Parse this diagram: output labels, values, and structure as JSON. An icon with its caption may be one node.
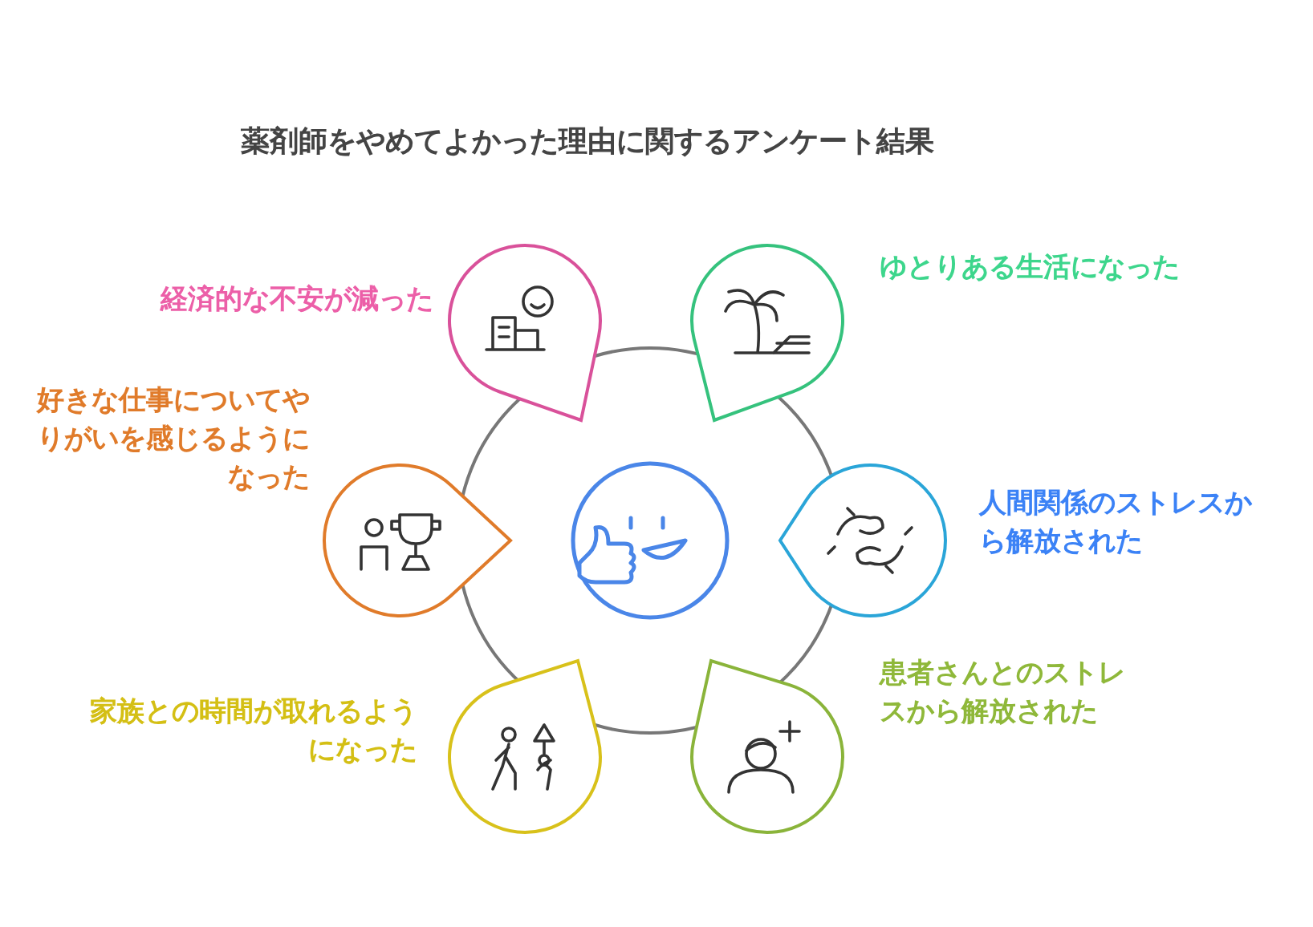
{
  "diagram": {
    "title": "薬剤師をやめてよかった理由に関するアンケート結果",
    "nodes": [
      {
        "text": [],
        "shape": "circle"
      },
      {
        "text": [
          "経済的な不安が減った"
        ]
      },
      {
        "text": [
          "ゆとりある生活になった"
        ]
      },
      {
        "text": [
          "好きな仕事についてやりがいを感じるようになった"
        ]
      },
      {
        "text": [
          "人間関係のストレスから解放された"
        ]
      },
      {
        "text": [
          "家族との時間が取れるようになった"
        ]
      },
      {
        "text": [
          "患者さんとのストレスから解放された"
        ]
      }
    ],
    "edges": []
  }
}
